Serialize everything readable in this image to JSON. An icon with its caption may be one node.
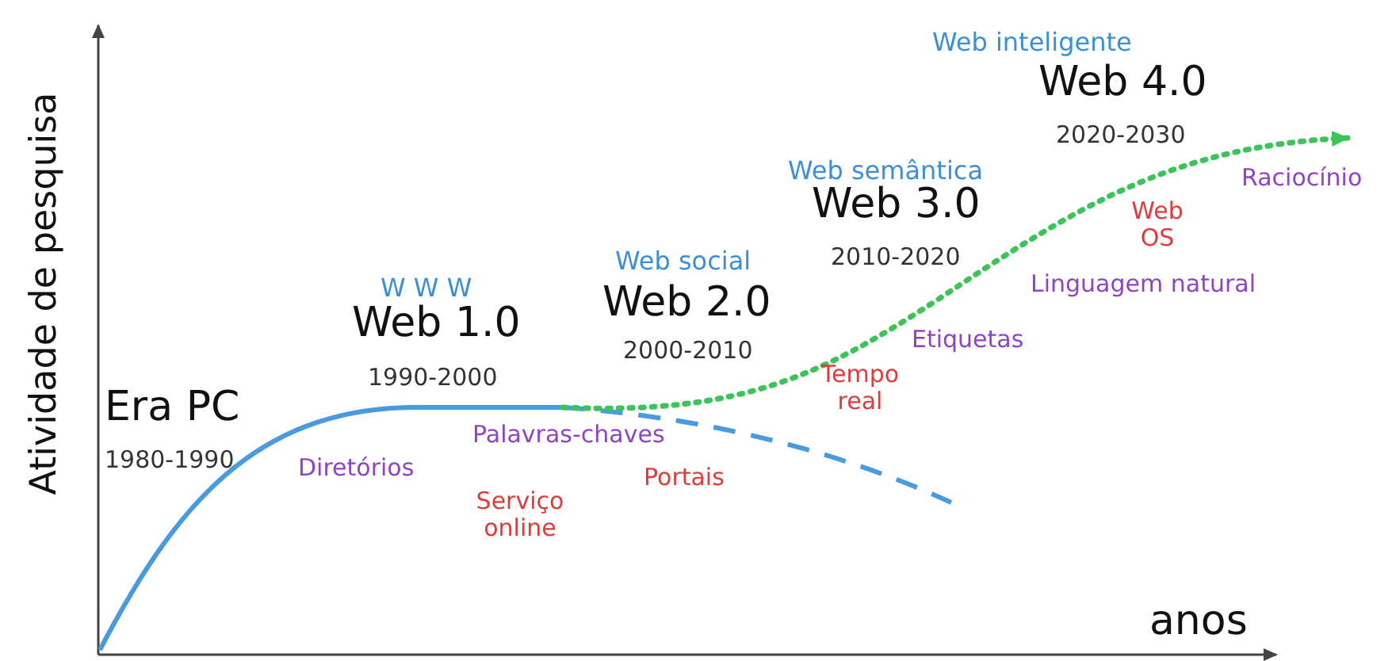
{
  "diagram": {
    "labels": [
      "Atividade de pesquisa",
      "Web inteligente",
      "Web 4.0",
      "2020-2030",
      "Web semântica",
      "Raciocínio",
      "Web 3.0",
      "Web OS",
      "Web social",
      "2010-2020",
      "W W W",
      "Linguagem natural",
      "Web 2.0",
      "Web 1.0",
      "2000-2010",
      "Etiquetas",
      "1990-2000",
      "Era PC",
      "Tempo real",
      "Palavras-chaves",
      "1980-1990",
      "Diretórios",
      "Portais",
      "Serviço online",
      "anos"
    ]
  }
}
